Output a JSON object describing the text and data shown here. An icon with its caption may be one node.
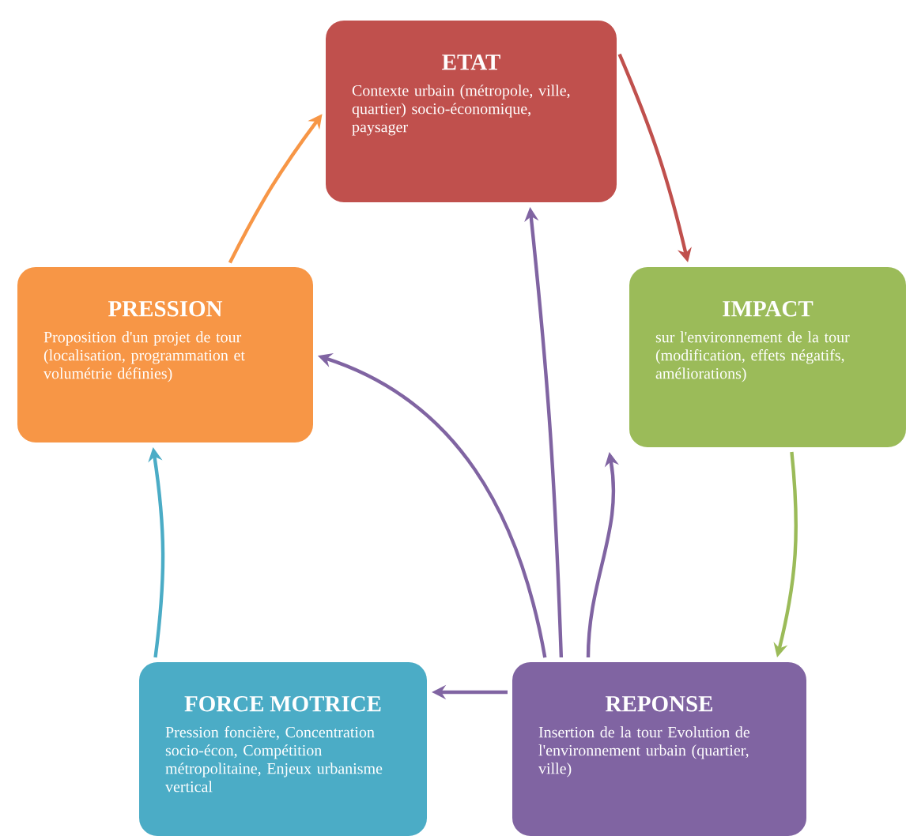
{
  "diagram": {
    "nodes": [
      {
        "text": [
          "ETAT",
          "Contexte urbain (métropole, ville, quartier) socio-économique, paysager"
        ]
      },
      {
        "text": [
          "PRESSION",
          "Proposition d'un projet de tour (localisation, programmation et volumétrie définies)"
        ]
      },
      {
        "text": [
          "IMPACT",
          "sur l'environnement de la tour (modification, effets négatifs, améliorations)"
        ]
      },
      {
        "text": [
          "FORCE MOTRICE",
          "Pression foncière, Concentration socio-écon, Compétition métropolitaine, Enjeux urbanisme vertical"
        ]
      },
      {
        "text": [
          "REPONSE",
          "Insertion de la tour Evolution de l'environnement urbain (quartier, ville)"
        ]
      }
    ],
    "edges": [
      {
        "from": 1,
        "to": 0,
        "arrow": "to",
        "color": "#f79646"
      },
      {
        "from": 0,
        "to": 2,
        "arrow": "to",
        "color": "#c0504d"
      },
      {
        "from": 2,
        "to": 4,
        "arrow": "to",
        "color": "#9bbb59"
      },
      {
        "from": 4,
        "to": 3,
        "arrow": "to",
        "color": "#8064a2"
      },
      {
        "from": 3,
        "to": 1,
        "arrow": "to",
        "color": "#4bacc6"
      },
      {
        "from": 4,
        "to": 0,
        "arrow": "to",
        "color": "#8064a2"
      },
      {
        "from": 4,
        "to": 1,
        "arrow": "to",
        "color": "#8064a2"
      },
      {
        "from": 4,
        "to": 2,
        "arrow": "to",
        "color": "#8064a2"
      }
    ]
  }
}
